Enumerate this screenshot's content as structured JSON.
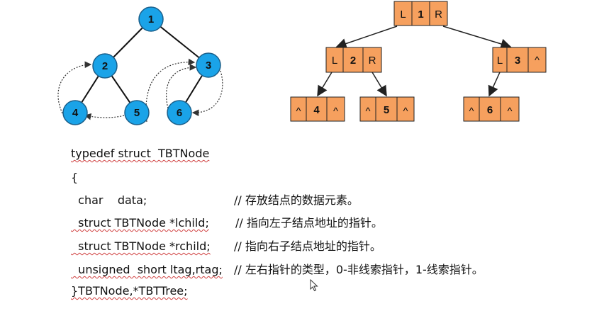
{
  "binary_tree": {
    "nodes": [
      {
        "id": "1",
        "label": "1"
      },
      {
        "id": "2",
        "label": "2"
      },
      {
        "id": "3",
        "label": "3"
      },
      {
        "id": "4",
        "label": "4"
      },
      {
        "id": "5",
        "label": "5"
      },
      {
        "id": "6",
        "label": "6"
      }
    ],
    "edges": [
      [
        "1",
        "2"
      ],
      [
        "1",
        "3"
      ],
      [
        "2",
        "4"
      ],
      [
        "2",
        "5"
      ],
      [
        "3",
        "6"
      ]
    ],
    "thread_links": [
      [
        "4",
        "2"
      ],
      [
        "5",
        "4"
      ],
      [
        "5",
        "3"
      ],
      [
        "6",
        "3"
      ]
    ],
    "node_color": "#1aa3e8"
  },
  "linked_tree": {
    "nodes": [
      {
        "id": "n1",
        "cells": [
          "L",
          "1",
          "R"
        ]
      },
      {
        "id": "n2",
        "cells": [
          "L",
          "2",
          "R"
        ]
      },
      {
        "id": "n3",
        "cells": [
          "L",
          "3",
          "^"
        ]
      },
      {
        "id": "n4",
        "cells": [
          "^",
          "4",
          "^"
        ]
      },
      {
        "id": "n5",
        "cells": [
          "^",
          "5",
          "^"
        ]
      },
      {
        "id": "n6",
        "cells": [
          "^",
          "6",
          "^"
        ]
      }
    ],
    "box_color": "#f6a05e"
  },
  "code": {
    "line1": "typedef struct  TBTNode",
    "line2": "{",
    "line3_code": "  char    data;",
    "line3_comment": "// 存放结点的数据元素。",
    "line4_code": "  struct TBTNode *lchild;",
    "line4_comment": "// 指向左子结点地址的指针。",
    "line5_code": "  struct TBTNode *rchild;",
    "line5_comment": "// 指向右子结点地址的指针。",
    "line6_code": "  unsigned  short ltag,rtag;",
    "line6_comment": "// 左右指针的类型，0-非线索指针，1-线索指针。",
    "line7": "}TBTNode,*TBTTree;"
  }
}
